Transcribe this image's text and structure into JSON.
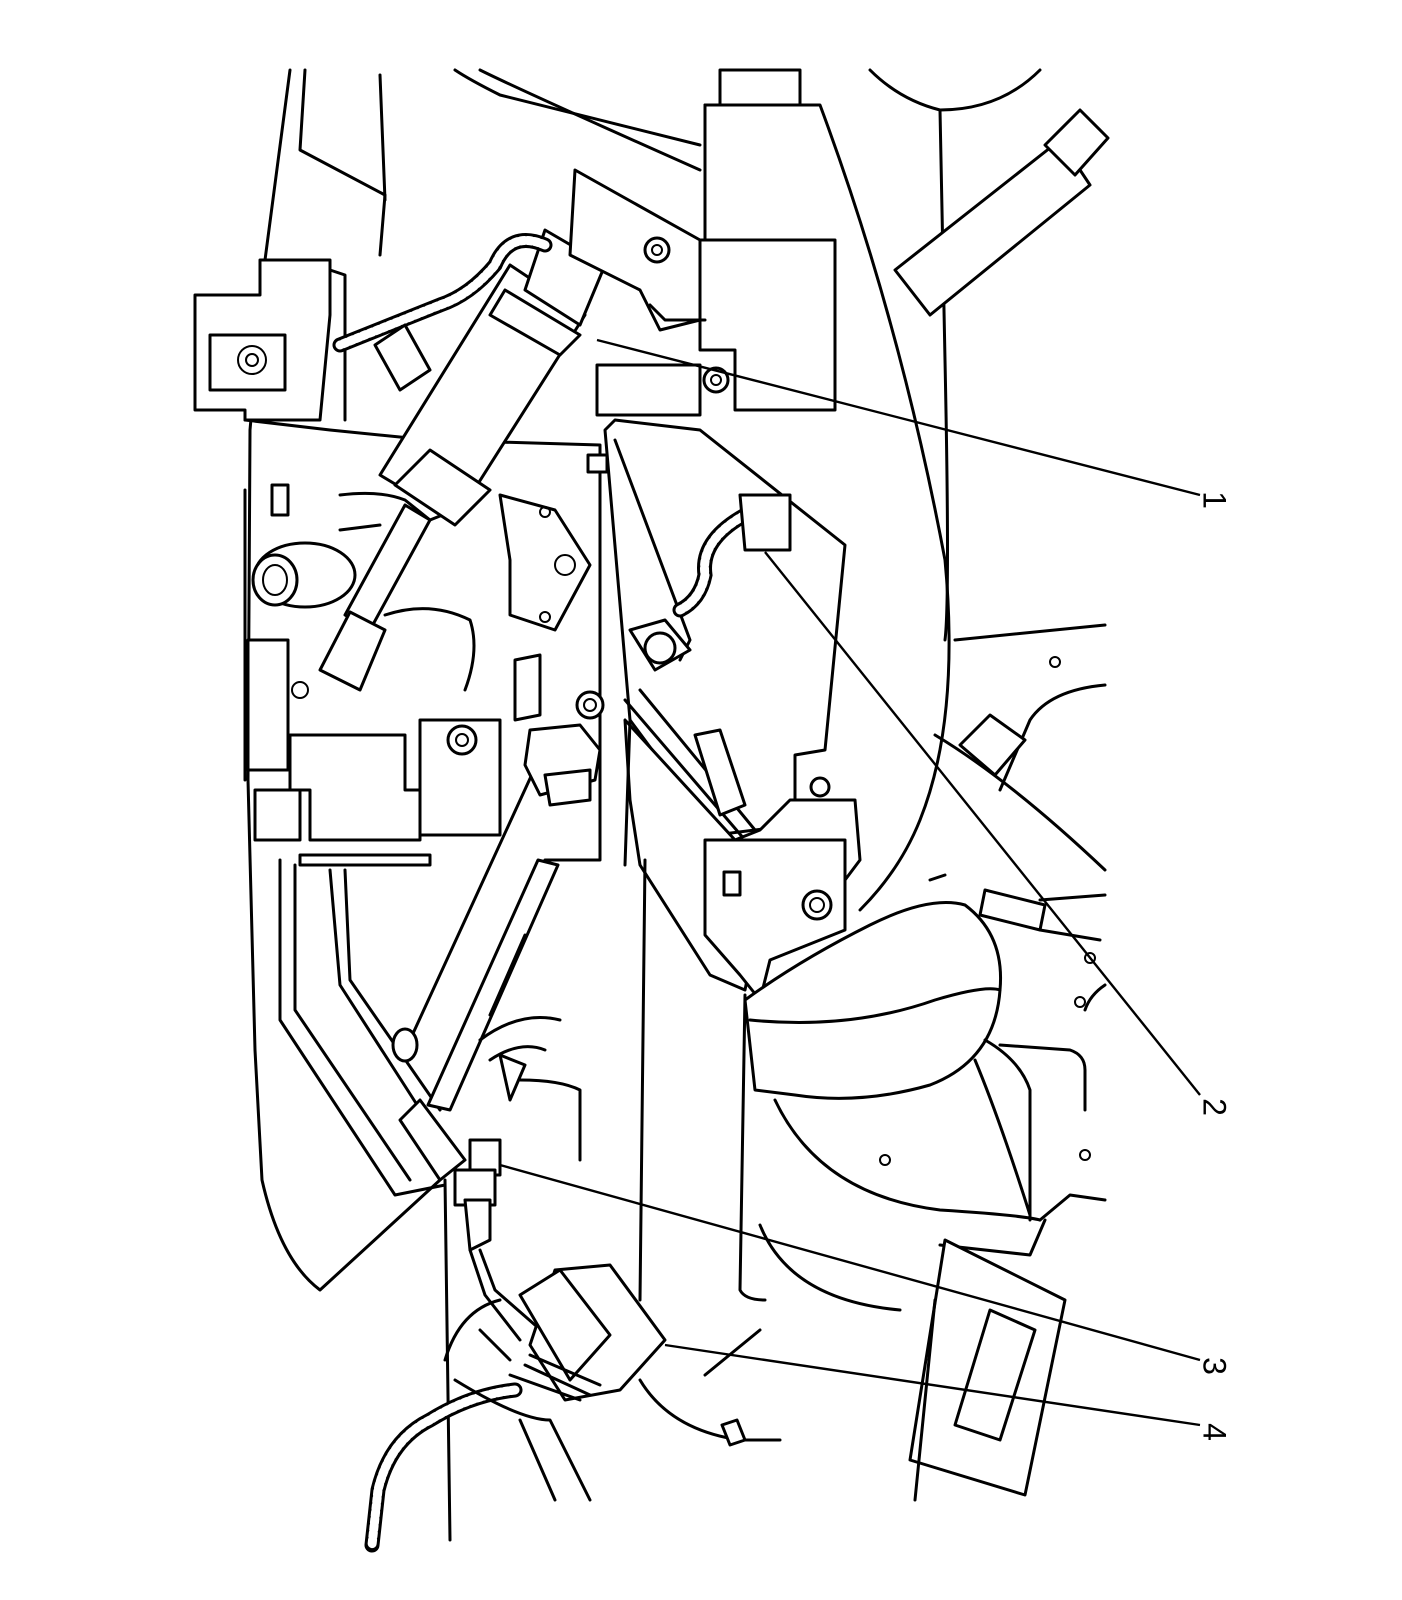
{
  "diagram": {
    "callouts": [
      {
        "id": 1,
        "label": "1"
      },
      {
        "id": 2,
        "label": "2"
      },
      {
        "id": 3,
        "label": "3"
      },
      {
        "id": 4,
        "label": "4"
      }
    ],
    "colors": {
      "line": "#000000",
      "background": "#ffffff"
    }
  }
}
